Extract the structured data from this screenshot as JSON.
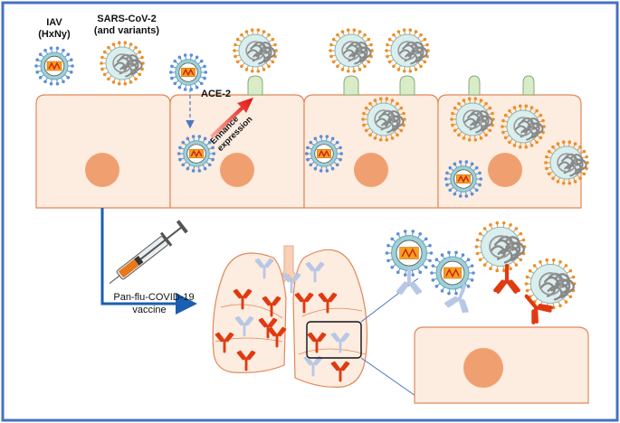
{
  "labels": {
    "iav_line1": "IAV",
    "iav_line2": "(HxNy)",
    "sars_line1": "SARS-CoV-2",
    "sars_line2": "(and variants)",
    "ace2": "ACE-2",
    "enhance_line1": "Enhance",
    "enhance_line2": "expression",
    "vaccine_line1": "Pan-flu-COVID-19",
    "vaccine_line2": "vaccine"
  },
  "colors": {
    "frame": "#4472c4",
    "cell_fill": "#fdece0",
    "cell_stroke": "#e08858",
    "nucleus": "#f0a070",
    "iav_spike": "#5b8fd4",
    "sars_spike": "#e8902c",
    "envelope": "#9ed0d8",
    "ace2_fill": "#d8ecc8",
    "antibody_red": "#e03a10",
    "antibody_blue": "#b8c8e4",
    "arrow_blue": "#1a5fb0",
    "arrow_red": "#e01010"
  },
  "icons": [
    "iav-virion-icon",
    "sars-cov-2-virion-icon",
    "ace2-receptor-icon",
    "syringe-icon",
    "lungs-icon",
    "antibody-icon"
  ]
}
